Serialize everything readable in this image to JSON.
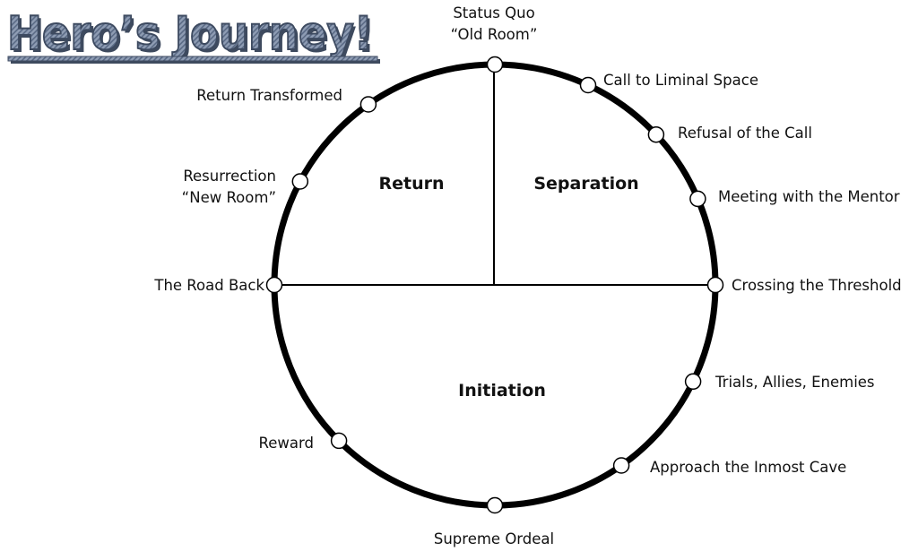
{
  "title": "Hero’s Journey!",
  "colors": {
    "title_fill": "#8e9cb3",
    "title_stripe": "#5a6a85",
    "title_outline": "#3d4a60",
    "title_shadow": "#3e4a5e",
    "circle_stroke": "#000000",
    "node_fill": "#ffffff"
  },
  "sections": [
    {
      "name": "Separation",
      "label": "Separation"
    },
    {
      "name": "Return",
      "label": "Return"
    },
    {
      "name": "Initiation",
      "label": "Initiation"
    }
  ],
  "stages": [
    {
      "id": "status-quo",
      "lines": [
        "Status Quo",
        "“Old Room”"
      ],
      "angle_deg": 0
    },
    {
      "id": "call-to-liminal-space",
      "lines": [
        "Call to Liminal Space"
      ],
      "angle_deg": 25
    },
    {
      "id": "refusal-of-the-call",
      "lines": [
        "Refusal of the Call"
      ],
      "angle_deg": 47
    },
    {
      "id": "meeting-with-the-mentor",
      "lines": [
        "Meeting with the Mentor"
      ],
      "angle_deg": 67
    },
    {
      "id": "crossing-the-threshold",
      "lines": [
        "Crossing the Threshold"
      ],
      "angle_deg": 90
    },
    {
      "id": "trials-allies-enemies",
      "lines": [
        "Trials, Allies, Enemies"
      ],
      "angle_deg": 116
    },
    {
      "id": "approach-the-inmost-cave",
      "lines": [
        "Approach the Inmost Cave"
      ],
      "angle_deg": 145
    },
    {
      "id": "supreme-ordeal",
      "lines": [
        "Supreme Ordeal"
      ],
      "angle_deg": 180
    },
    {
      "id": "reward",
      "lines": [
        "Reward"
      ],
      "angle_deg": 225
    },
    {
      "id": "the-road-back",
      "lines": [
        "The Road Back"
      ],
      "angle_deg": 270
    },
    {
      "id": "resurrection",
      "lines": [
        "Resurrection",
        "“New Room”"
      ],
      "angle_deg": 298
    },
    {
      "id": "return-transformed",
      "lines": [
        "Return Transformed"
      ],
      "angle_deg": 325
    }
  ]
}
